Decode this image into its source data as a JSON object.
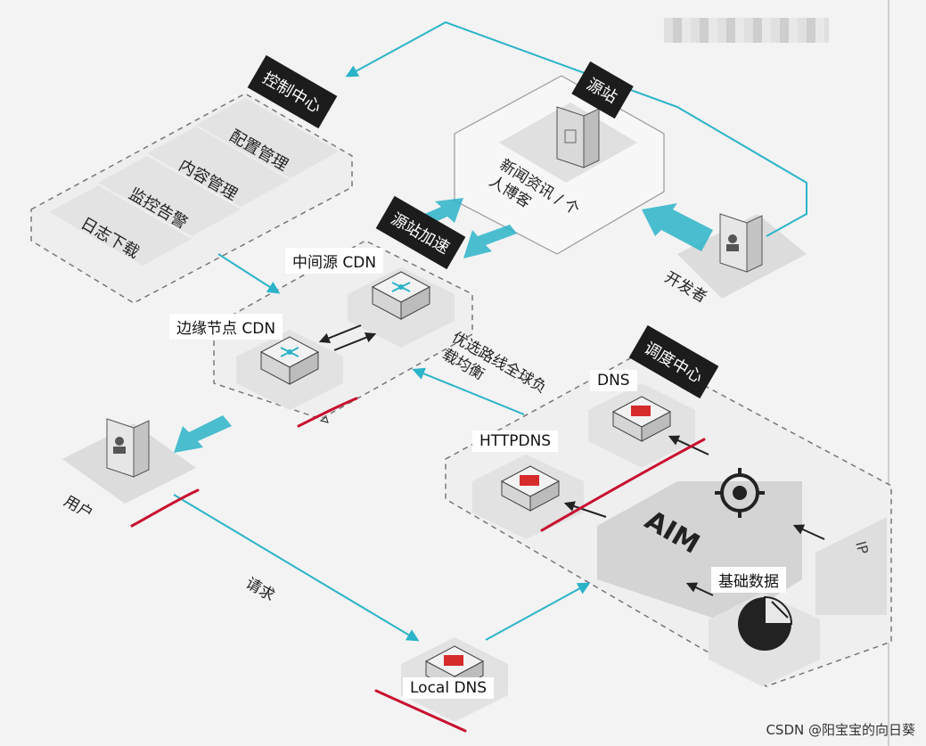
{
  "control_center": {
    "title": "控制中心",
    "items": [
      "配置管理",
      "内容管理",
      "监控告警",
      "日志下载"
    ]
  },
  "origin": {
    "title": "源站",
    "content": "新闻资讯 / 个人博客"
  },
  "origin_acceleration": {
    "title": "源站加速",
    "middle_cdn": "中间源 CDN",
    "edge_cdn": "边缘节点 CDN"
  },
  "developer_label": "开发者",
  "user_label": "用户",
  "request_label": "请求",
  "route_label": "优选路线全球负载均衡",
  "scheduling_center": {
    "title": "调度中心",
    "dns": "DNS",
    "httpdns": "HTTPDNS",
    "aim": "AIM",
    "base_data": "基础数据",
    "ip_label": "IP"
  },
  "local_dns": "Local DNS",
  "watermark": "CSDN @阳宝宝的向日葵",
  "colors": {
    "accent": "#2bb3c8",
    "annotation": "#c8102e",
    "dark": "#1c1c1c"
  }
}
